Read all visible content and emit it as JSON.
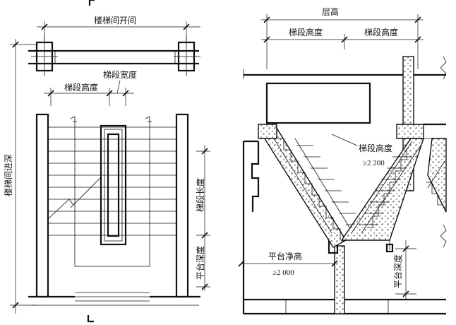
{
  "plan": {
    "opening_width": "楼梯间开间",
    "depth": "楼梯间进深",
    "flight_width": "梯段宽度",
    "flight_height": "梯段高度",
    "flight_length": "梯段长度",
    "landing_depth": "平台深度"
  },
  "section": {
    "floor_height": "层高",
    "flight_height_left": "梯段高度",
    "flight_height_right": "梯段高度",
    "flight_height_mid": "梯段高度",
    "flight_clearance": "≥2 200",
    "landing_headroom": "平台净高",
    "landing_clearance": "≥2 000",
    "landing_depth": "平台深度"
  }
}
